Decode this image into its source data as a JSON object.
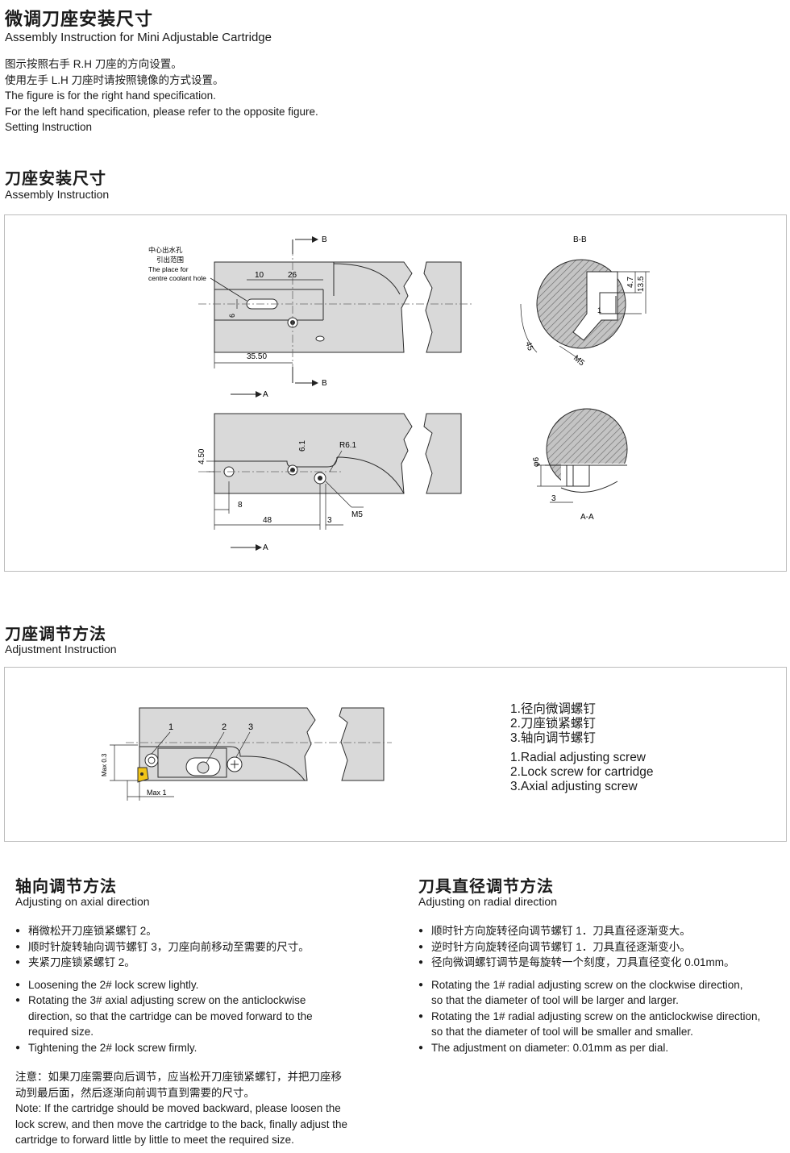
{
  "header": {
    "title_cn": "微调刀座安装尺寸",
    "title_en": "Assembly Instruction for Mini Adjustable Cartridge",
    "lines": [
      "图示按照右手 R.H 刀座的方向设置。",
      "使用左手 L.H 刀座时请按照镜像的方式设置。",
      "The figure is for the right hand specification.",
      "For the left hand specification, please refer to the opposite figure.",
      "Setting Instruction"
    ]
  },
  "assembly": {
    "title_cn": "刀座安装尺寸",
    "title_en": "Assembly Instruction",
    "drawing": {
      "coolant_cn_1": "中心出水孔",
      "coolant_cn_2": "引出范围",
      "coolant_en_1": "The place for",
      "coolant_en_2": "centre coolant hole",
      "dim_10": "10",
      "dim_26": "26",
      "dim_6": "6",
      "dim_35_50": "35.50",
      "section_b": "B",
      "section_bb": "B-B",
      "dim_4_7": "4.7",
      "dim_13_5": "13.5",
      "dim_1": "1",
      "dim_45": "45",
      "dim_m5_top": "M5",
      "section_a": "A",
      "dim_4_50": "4.50",
      "dim_6_1": "6.1",
      "dim_r6_1": "R6.1",
      "dim_8": "8",
      "dim_48": "48",
      "dim_3_bottom": "3",
      "dim_m5_bottom": "M5",
      "dim_phi6": "φ6",
      "dim_3_aa": "3",
      "section_aa": "A-A"
    }
  },
  "adjustment": {
    "title_cn": "刀座调节方法",
    "title_en": "Adjustment Instruction",
    "drawing": {
      "label_1": "1",
      "label_2": "2",
      "label_3": "3",
      "max_03": "Max 0.3",
      "max_1": "Max 1"
    },
    "legend_cn": [
      "1.径向微调螺钉",
      "2.刀座锁紧螺钉",
      "3.轴向调节螺钉"
    ],
    "legend_en": [
      "1.Radial adjusting screw",
      "2.Lock screw for cartridge",
      "3.Axial adjusting screw"
    ]
  },
  "axial": {
    "title_cn": "轴向调节方法",
    "title_en": "Adjusting on axial direction",
    "cn_items": [
      "稍微松开刀座锁紧螺钉 2。",
      "顺时针旋转轴向调节螺钉 3，刀座向前移动至需要的尺寸。",
      "夹紧刀座锁紧螺钉 2。"
    ],
    "en_items": [
      [
        "Loosening the 2# lock screw lightly."
      ],
      [
        "Rotating the 3# axial adjusting screw on the anticlockwise",
        "direction, so that the cartridge can be moved forward to the",
        "required size."
      ],
      [
        "Tightening the 2# lock screw firmly."
      ]
    ],
    "note_cn": [
      "注意：如果刀座需要向后调节，应当松开刀座锁紧螺钉，并把刀座移",
      "动到最后面，然后逐渐向前调节直到需要的尺寸。"
    ],
    "note_en": [
      "Note: If the cartridge should be moved backward, please loosen the",
      "lock screw, and then move the cartridge to the back, finally adjust the",
      "cartridge to forward little by little to meet the required size."
    ]
  },
  "radial": {
    "title_cn": "刀具直径调节方法",
    "title_en": "Adjusting on radial direction",
    "cn_items": [
      "顺时针方向旋转径向调节螺钉 1．刀具直径逐渐变大。",
      "逆时针方向旋转径向调节螺钉 1．刀具直径逐渐变小。",
      "径向微调螺钉调节是每旋转一个刻度，刀具直径变化 0.01mm。"
    ],
    "en_items": [
      [
        "Rotating the 1# radial adjusting screw on the clockwise direction,",
        "so that the diameter of tool will be larger and larger."
      ],
      [
        "Rotating the 1# radial adjusting screw on the anticlockwise direction,",
        "so that the diameter of tool will be smaller and smaller."
      ],
      [
        "The adjustment on diameter: 0.01mm as per dial."
      ]
    ]
  },
  "colors": {
    "part_fill": "#d9d9d9",
    "hatch_fill": "#bdbdbd",
    "line": "#2b2b2b",
    "insert": "#f0c419"
  }
}
